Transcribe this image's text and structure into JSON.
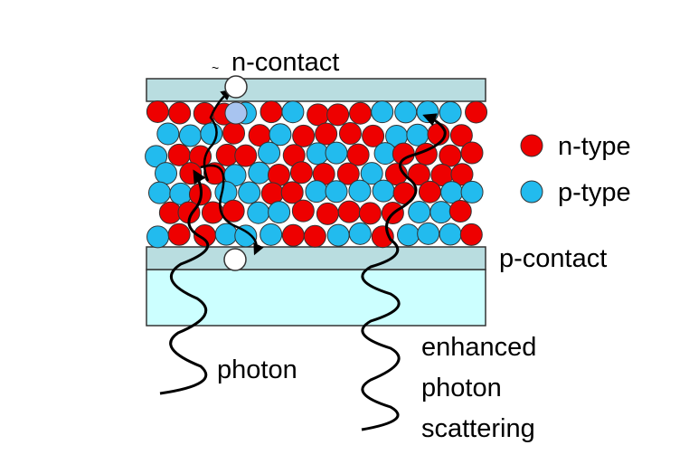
{
  "labels": {
    "n_contact": "n-contact",
    "tilde": "~",
    "p_contact": "p-contact",
    "photon": "photon",
    "scattering_lines": [
      "enhanced",
      "photon",
      "scattering"
    ]
  },
  "legend": [
    {
      "label": "n-type",
      "color": "#ee0000"
    },
    {
      "label": "p-type",
      "color": "#22bbee"
    }
  ],
  "colors": {
    "n_type": "#ee0000",
    "p_type": "#22bbee",
    "contact": "#b9dde0",
    "substrate": "#ccffff",
    "carrier": "#ffffff",
    "highlight_particle": "#a8c4f0"
  }
}
